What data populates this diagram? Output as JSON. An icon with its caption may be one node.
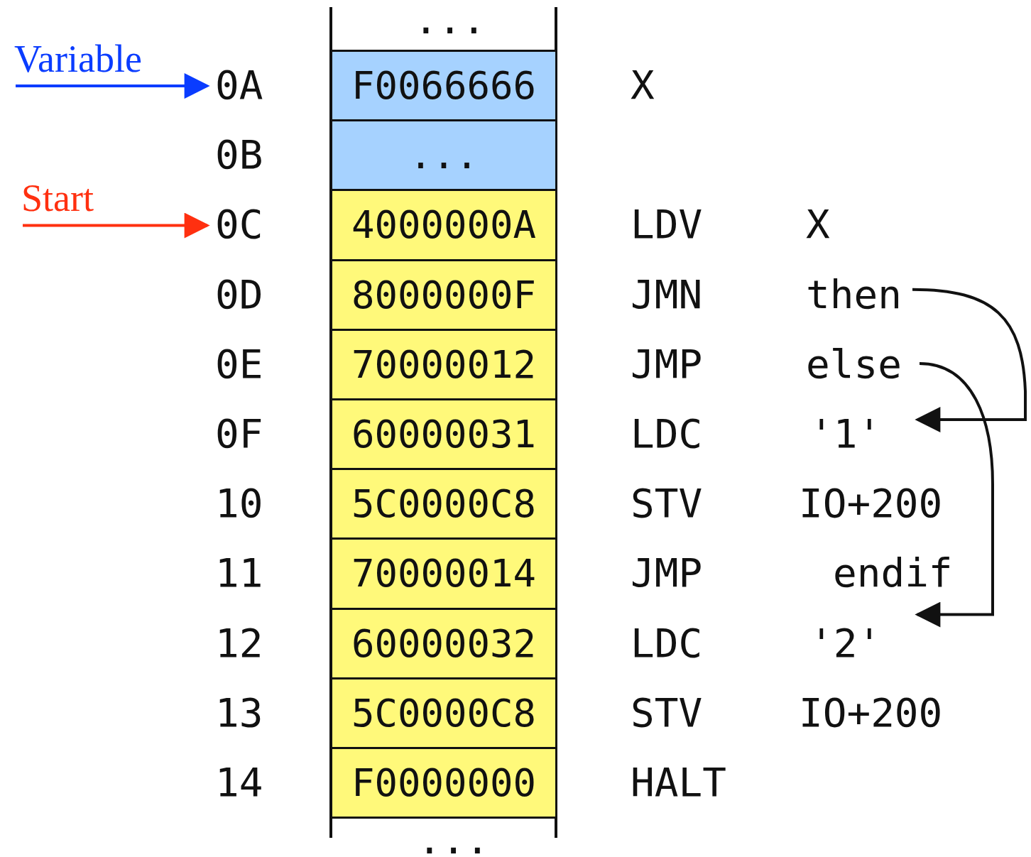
{
  "diagram": {
    "nodes": [
      {
        "text": [
          "Variable"
        ]
      },
      {
        "text": [
          "Start"
        ]
      },
      {
        "text": [
          "F0066666"
        ],
        "beside": [
          "0A"
        ]
      },
      {
        "text": [
          "..."
        ],
        "beside": [
          "0B"
        ]
      },
      {
        "text": [
          "4000000A"
        ],
        "beside": [
          "0C",
          "LDV"
        ]
      },
      {
        "text": [
          "8000000F"
        ],
        "beside": [
          "0D",
          "JMN"
        ]
      },
      {
        "text": [
          "then"
        ]
      },
      {
        "text": [
          "70000012"
        ],
        "beside": [
          "0E",
          "JMP"
        ]
      },
      {
        "text": [
          "else"
        ]
      },
      {
        "text": [
          "60000031"
        ],
        "beside": [
          "0F",
          "LDC"
        ]
      },
      {
        "text": [
          "'1'"
        ]
      },
      {
        "text": [
          "5C0000C8"
        ],
        "beside": [
          "10",
          "STV"
        ]
      },
      {
        "text": [
          "70000014"
        ],
        "beside": [
          "11",
          "JMP"
        ]
      },
      {
        "text": [
          "60000032"
        ],
        "beside": [
          "12",
          "LDC"
        ]
      },
      {
        "text": [
          "'2'"
        ]
      },
      {
        "text": [
          "5C0000C8"
        ],
        "beside": [
          "13",
          "STV"
        ]
      },
      {
        "text": [
          "F0000000"
        ],
        "beside": [
          "14",
          "HALT"
        ]
      }
    ],
    "edges": [
      {
        "from": 0,
        "to": 2,
        "arrow": "to",
        "color": "#0a3cff"
      },
      {
        "from": 1,
        "to": 4,
        "arrow": "to",
        "color": "#ff3010"
      },
      {
        "from": 6,
        "to": 10,
        "arrow": "to"
      },
      {
        "from": 8,
        "to": 14,
        "arrow": "to"
      }
    ],
    "labels": [
      "...",
      "X",
      "X",
      "IO+200",
      "endif",
      "IO+200",
      "..."
    ]
  }
}
